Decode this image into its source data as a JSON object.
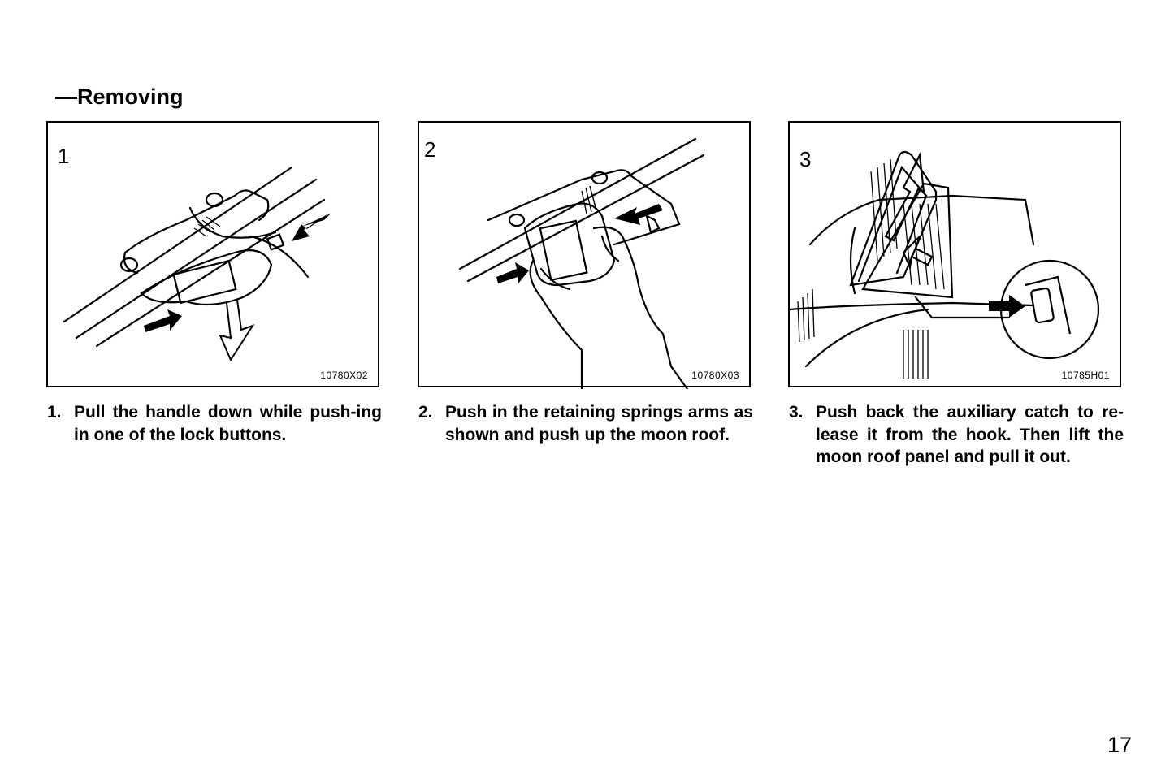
{
  "section": {
    "title": "—Removing"
  },
  "figures": [
    {
      "number": "1",
      "code": "10780X02"
    },
    {
      "number": "2",
      "code": "10780X03"
    },
    {
      "number": "3",
      "code": "10785H01"
    }
  ],
  "steps": [
    {
      "num": "1.",
      "text": "Pull the handle down while push-ing in one of the lock buttons."
    },
    {
      "num": "2.",
      "text": "Push in the retaining springs arms as shown and push up the moon roof."
    },
    {
      "num": "3.",
      "text": "Push back the auxiliary catch to re-lease it from the hook. Then lift the moon roof panel and pull it out."
    }
  ],
  "page": {
    "number": "17"
  }
}
